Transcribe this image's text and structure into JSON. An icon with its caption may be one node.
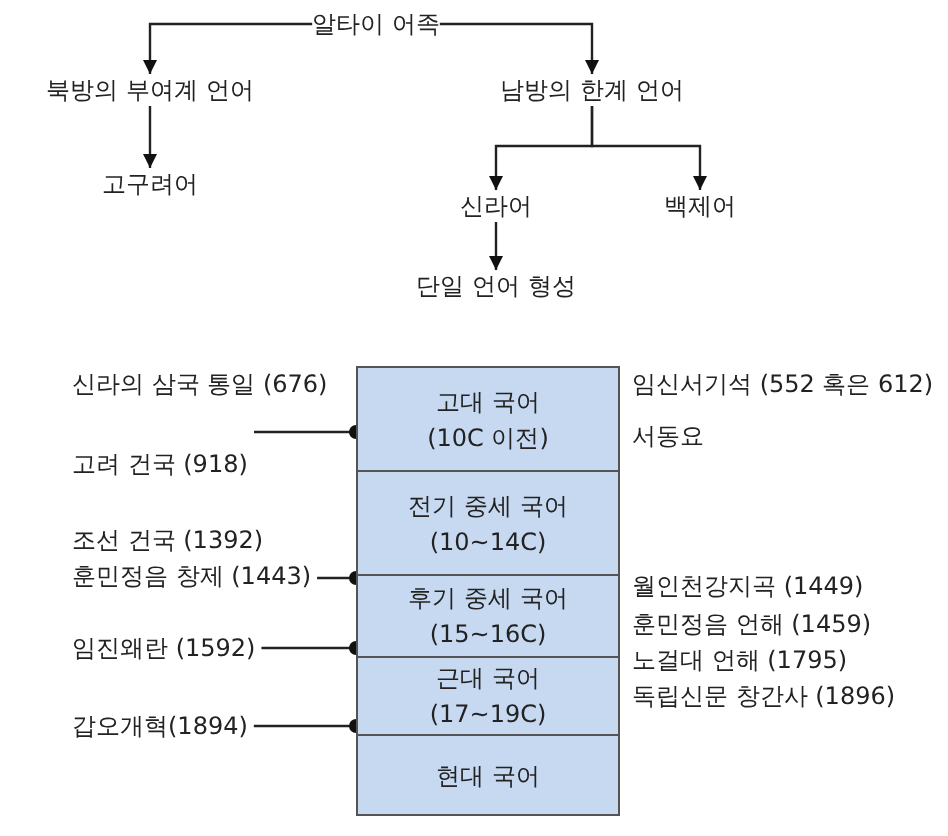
{
  "diagram": {
    "nodes": [
      {
        "text": [
          "알타이 어족"
        ]
      },
      {
        "text": [
          "북방의 부여계 언어"
        ]
      },
      {
        "text": [
          "고구려어"
        ]
      },
      {
        "text": [
          "남방의 한계 언어"
        ]
      },
      {
        "text": [
          "신라어"
        ]
      },
      {
        "text": [
          "백제어"
        ]
      },
      {
        "text": [
          "단일 언어 형성"
        ]
      },
      {
        "text": [
          "고대 국어",
          "(10C 이전)"
        ]
      },
      {
        "text": [
          "전기 중세 국어",
          "(10~14C)"
        ]
      },
      {
        "text": [
          "후기 중세 국어",
          "(15~16C)"
        ]
      },
      {
        "text": [
          "근대 국어",
          "(17~19C)"
        ]
      },
      {
        "text": [
          "현대 국어"
        ]
      },
      {
        "text": [
          "훈민정음 창제 (1443)"
        ]
      },
      {
        "text": [
          "임진왜란 (1592)"
        ]
      },
      {
        "text": [
          "갑오개혁(1894)"
        ]
      }
    ],
    "edges": [
      {
        "from": 0,
        "to": 1,
        "arrow": "to"
      },
      {
        "from": 0,
        "to": 3,
        "arrow": "to"
      },
      {
        "from": 1,
        "to": 2,
        "arrow": "to"
      },
      {
        "from": 3,
        "to": 4,
        "arrow": "to"
      },
      {
        "from": 3,
        "to": 5,
        "arrow": "to"
      },
      {
        "from": 4,
        "to": 6,
        "arrow": "to"
      },
      {
        "from": null,
        "to": 7,
        "arrow": "other"
      },
      {
        "from": 12,
        "to": 9,
        "arrow": "other"
      },
      {
        "from": 13,
        "to": 9,
        "arrow": "other"
      },
      {
        "from": 14,
        "to": 10,
        "arrow": "other"
      }
    ],
    "labels": [
      "신라의 삼국 통일 (676)",
      "임신서기석 (552 혹은 612)",
      "고려 건국 (918)",
      "서동요",
      "조선 건국 (1392)",
      "월인천강지곡 (1449)",
      "훈민정음 언해 (1459)",
      "노걸대 언해 (1795)",
      "독립신문 창간사 (1896)"
    ]
  }
}
